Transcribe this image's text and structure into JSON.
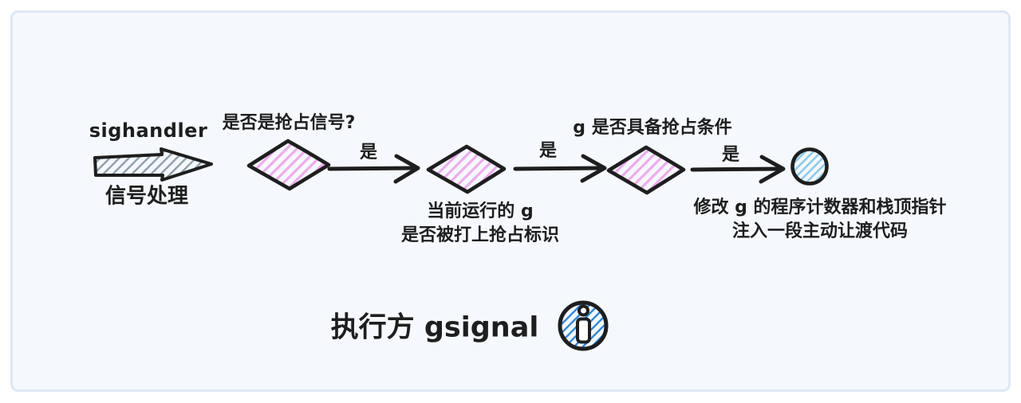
{
  "flow": {
    "source_label": "sighandler",
    "source_caption": "信号处理",
    "q1": "是否是抢占信号?",
    "edge1_label": "是",
    "q2_line1": "当前运行的 g",
    "q2_line2": "是否被打上抢占标识",
    "edge2_label": "是",
    "q3": "g 是否具备抢占条件",
    "edge3_label": "是",
    "result_line1": "修改 g 的程序计数器和栈顶指针",
    "result_line2": "注入一段主动让渡代码"
  },
  "footer": {
    "title": "执行方 gsignal",
    "icon": "info-icon"
  },
  "colors": {
    "ink": "#1e1e1e",
    "panel_fill": "#f5f9fd",
    "panel_border": "#dce8f5",
    "hatch_pink": "#f0aaf0",
    "hatch_gray": "#8fa0ad",
    "hatch_blue": "#8ec9f1",
    "icon_blue": "#2d8ae5"
  }
}
